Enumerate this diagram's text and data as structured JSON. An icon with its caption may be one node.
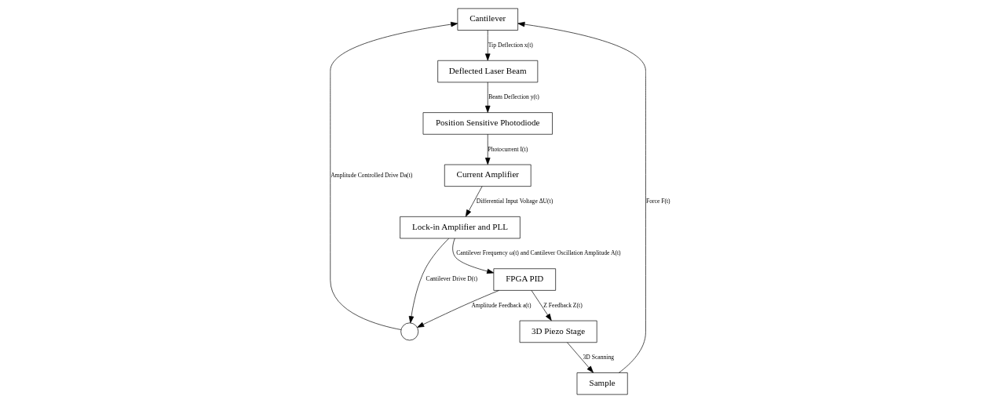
{
  "diagram": {
    "nodes": [
      {
        "text": [
          "Cantilever"
        ]
      },
      {
        "text": [
          "Deflected Laser Beam"
        ]
      },
      {
        "text": [
          "Position Sensitive Photodiode"
        ]
      },
      {
        "text": [
          "Sample"
        ]
      },
      {
        "text": [
          "Current Amplifier"
        ]
      },
      {
        "text": [],
        "shape": "circle"
      },
      {
        "text": [
          "3D Piezo Stage"
        ]
      },
      {
        "text": [
          "Lock-in Amplifier and PLL"
        ]
      },
      {
        "text": [
          "FPGA PID"
        ]
      }
    ],
    "edges": [
      {
        "from": 0,
        "to": 1,
        "arrow": "to",
        "label": "Tip Deflection x(t)"
      },
      {
        "from": 1,
        "to": 2,
        "arrow": "to",
        "label": "Beam Deflection y(t)"
      },
      {
        "from": 3,
        "to": 0,
        "arrow": "to",
        "label": "Force F(t)"
      },
      {
        "from": 2,
        "to": 4,
        "arrow": "to",
        "label": "Photocurrent I(t)"
      },
      {
        "from": 6,
        "to": 3,
        "arrow": "to",
        "label": "3D Scanning"
      },
      {
        "from": 5,
        "to": 0,
        "arrow": "to",
        "label": "Amplitude Controlled Drive Da(t)"
      },
      {
        "from": 7,
        "to": 5,
        "arrow": "to",
        "label": "Cantilever Drive D(t)"
      },
      {
        "from": 4,
        "to": 7,
        "arrow": "to",
        "label": "Differential Input Voltage ΔU(t)"
      },
      {
        "from": 8,
        "to": 5,
        "arrow": "to",
        "label": "Amplitude Feedback a(t)"
      },
      {
        "from": 8,
        "to": 6,
        "arrow": "to",
        "label": "Z Feedback Z(t)"
      },
      {
        "from": 7,
        "to": 8,
        "arrow": "to",
        "label": "Cantilever Frequency ω(t) and Cantilever Oscillation Amplitude A(t)"
      }
    ]
  }
}
